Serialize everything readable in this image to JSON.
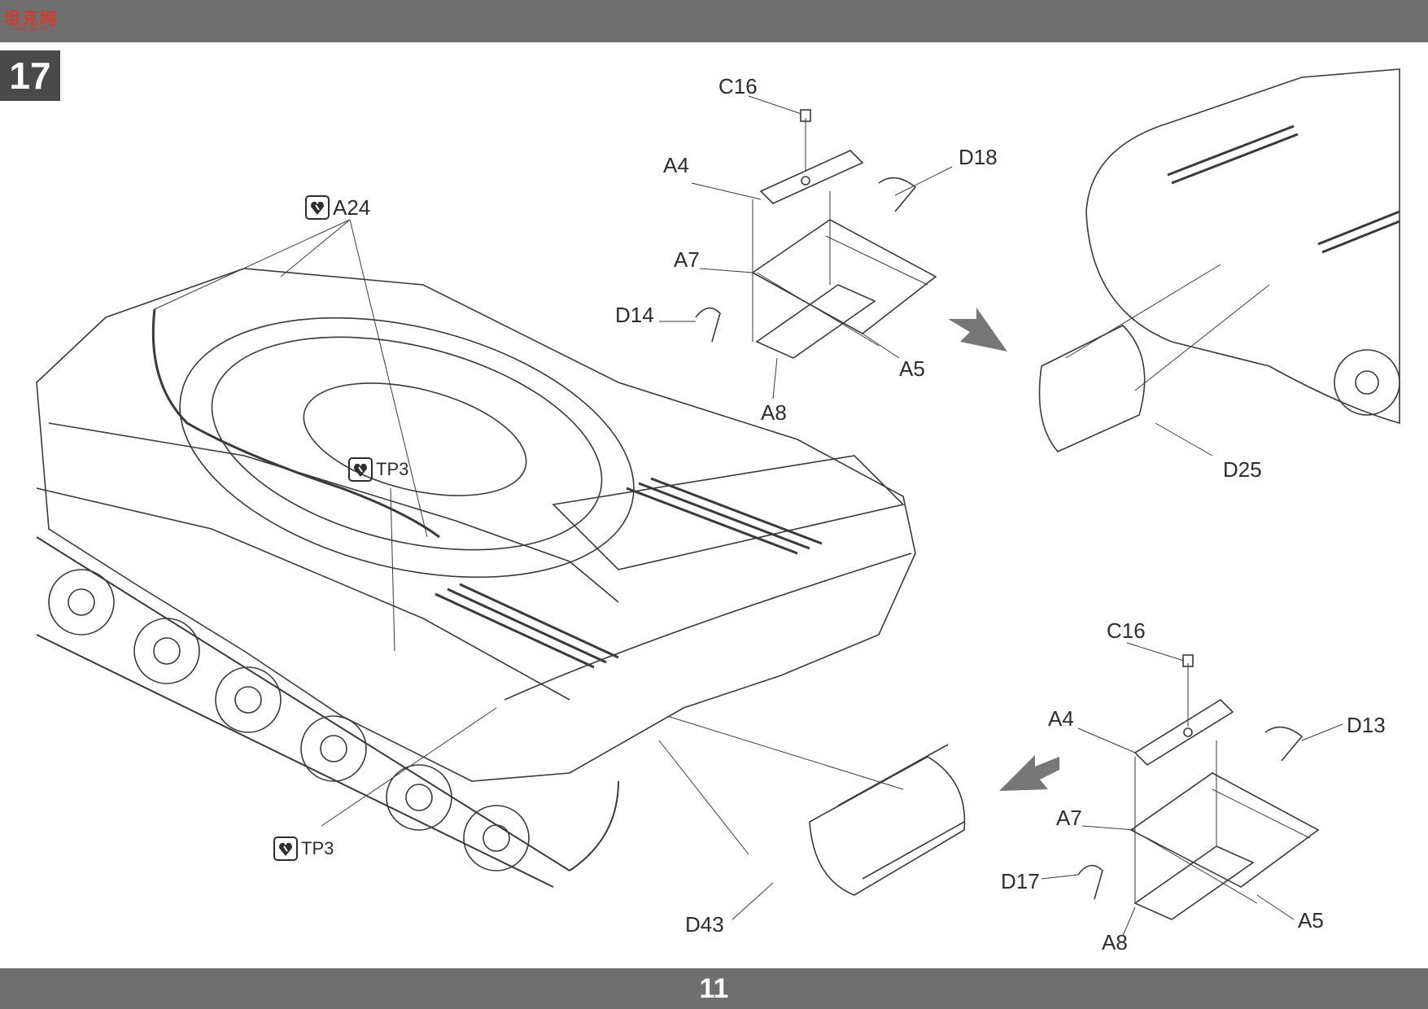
{
  "header": {
    "logo_text": "坦克网",
    "logo_sub": "www.tank.net"
  },
  "step": {
    "number": "17"
  },
  "footer": {
    "page_number": "11"
  },
  "colors": {
    "bars": "#6f6f6f",
    "step_badge": "#4a4a4a",
    "line_art": "#3a3a3a",
    "arrow": "#777777"
  },
  "callouts": {
    "main": {
      "a24": "A24",
      "tp3_upper": "TP3",
      "tp3_lower": "TP3",
      "d43": "D43"
    },
    "upper_detail": {
      "c16": "C16",
      "a4": "A4",
      "d18": "D18",
      "a7": "A7",
      "d14": "D14",
      "a5": "A5",
      "a8": "A8"
    },
    "right_inset": {
      "d25": "D25"
    },
    "lower_detail": {
      "c16": "C16",
      "a4": "A4",
      "d13": "D13",
      "a7": "A7",
      "d17": "D17",
      "a5": "A5",
      "a8": "A8"
    }
  },
  "icons": {
    "cement": "cement-tube-icon",
    "direction_arrow": "arrow-down-right-icon"
  }
}
